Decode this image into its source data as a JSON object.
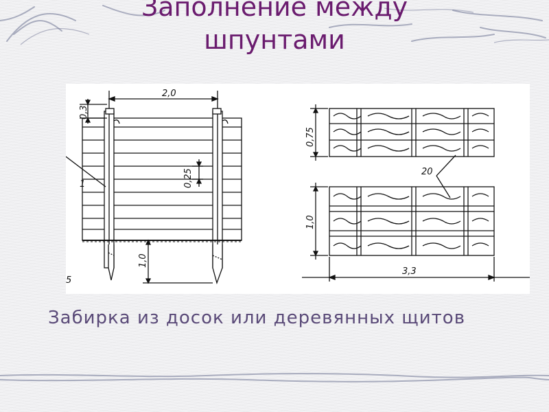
{
  "slide": {
    "title": "Заполнение между шпунтами",
    "caption": "Забирка из досок или деревянных щитов"
  },
  "drawing_left": {
    "dim_width": "2,0",
    "dim_top": "0,3",
    "dim_board": "0,25",
    "dim_depth": "1,0",
    "label_5": "5",
    "label_1": "1"
  },
  "drawing_right": {
    "dim_upper_height": "0,75",
    "dim_lower_height": "1,0",
    "dim_width": "3,3",
    "label_20": "20"
  },
  "colors": {
    "title": "#6a1b6e",
    "caption": "#5a4a78",
    "line": "#111111"
  }
}
